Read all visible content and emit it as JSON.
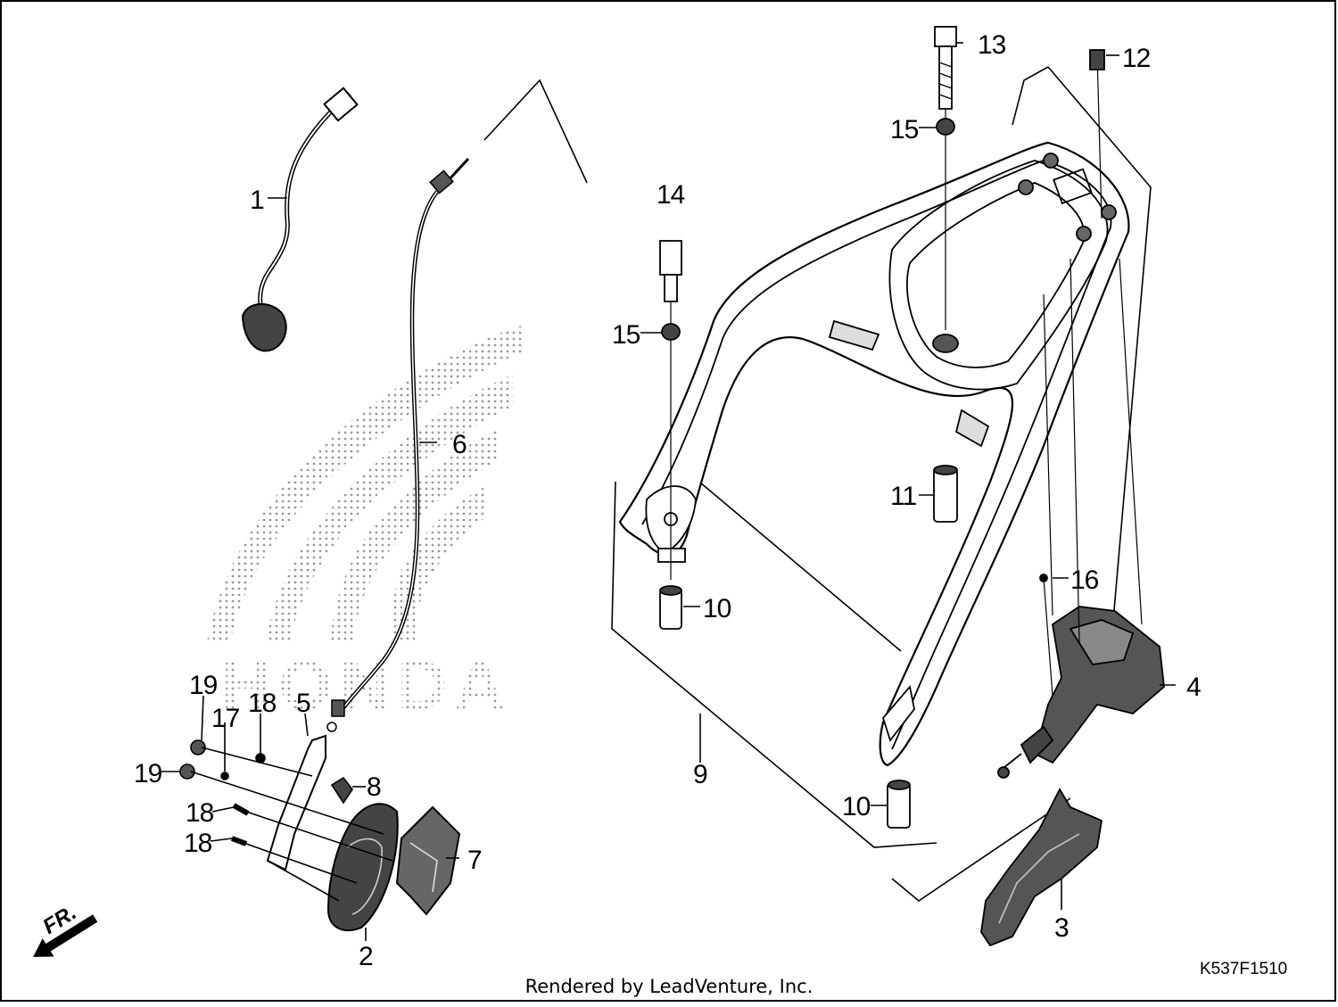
{
  "diagram": {
    "callouts": {
      "c1": "1",
      "c2": "2",
      "c3": "3",
      "c4": "4",
      "c5": "5",
      "c6": "6",
      "c7": "7",
      "c8": "8",
      "c9": "9",
      "c10a": "10",
      "c10b": "10",
      "c11": "11",
      "c12": "12",
      "c13": "13",
      "c14": "14",
      "c15a": "15",
      "c15b": "15",
      "c16": "16",
      "c17": "17",
      "c18a": "18",
      "c18b": "18",
      "c18c": "18",
      "c19a": "19",
      "c19b": "19"
    },
    "front_marker": "FR.",
    "watermark_text": "HONDA",
    "diagram_code": "K537F1510",
    "credit": "Rendered by LeadVenture, Inc."
  }
}
